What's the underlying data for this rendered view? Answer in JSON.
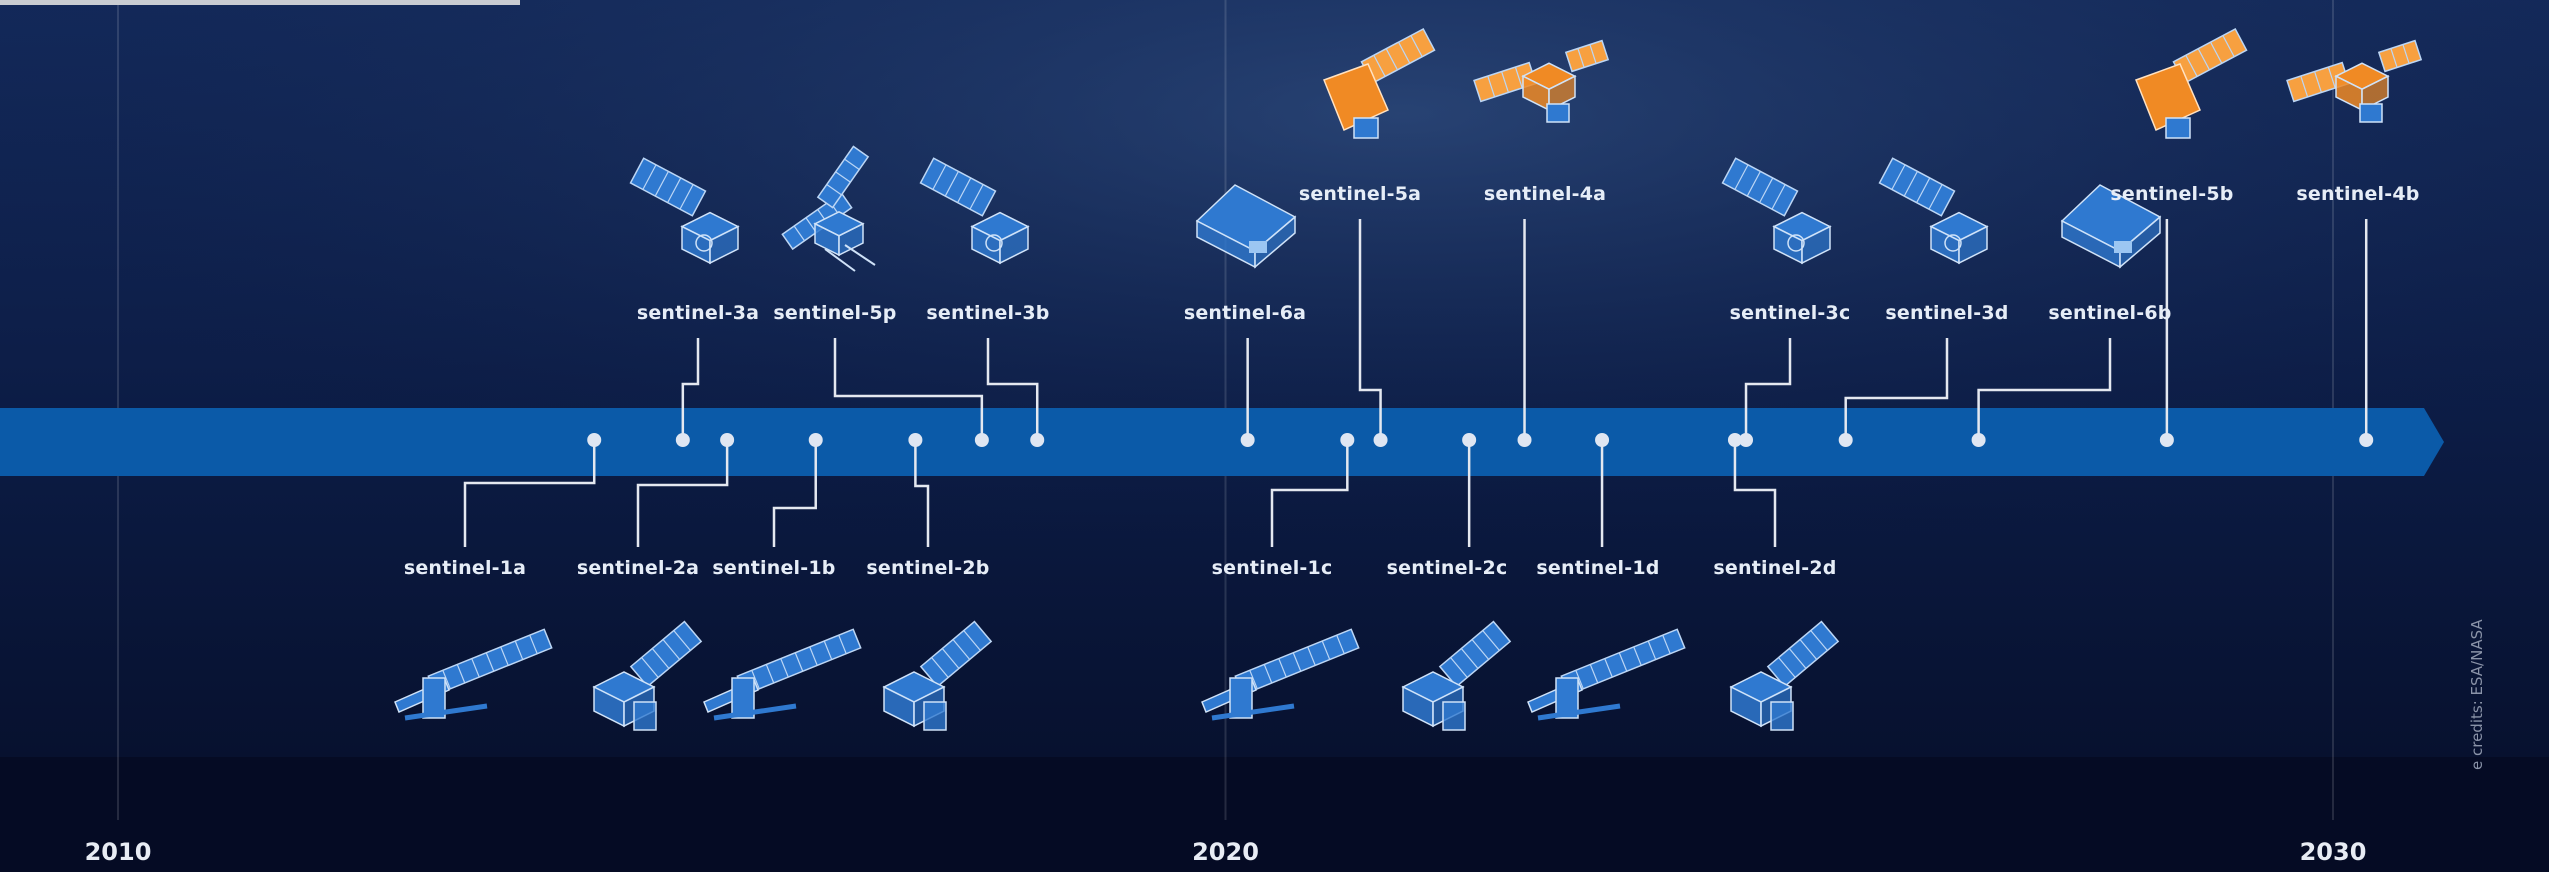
{
  "colors": {
    "band": "#0b5aa8",
    "connector": "#e4e8f0",
    "sat_blue": "#2f79d0",
    "sat_orange": "#f08a24",
    "panel_orange": "#f7a040",
    "background_top": "#0d1e48",
    "background_bottom": "#050b24"
  },
  "timeline": {
    "start_year": 2010,
    "end_year": 2030,
    "year_labels": [
      "2010",
      "2020",
      "2030"
    ]
  },
  "missions_top": [
    {
      "name": "sentinel-3a",
      "date": 2015.1,
      "icon": "sentinel-3-satellite-icon",
      "color": "blue"
    },
    {
      "name": "sentinel-5p",
      "date": 2017.8,
      "icon": "sentinel-5p-satellite-icon",
      "color": "blue"
    },
    {
      "name": "sentinel-3b",
      "date": 2018.3,
      "icon": "sentinel-3-satellite-icon",
      "color": "blue"
    },
    {
      "name": "sentinel-6a",
      "date": 2020.2,
      "icon": "sentinel-6-satellite-icon",
      "color": "blue"
    },
    {
      "name": "sentinel-5a",
      "date": 2021.4,
      "icon": "sentinel-5-satellite-icon",
      "color": "orange"
    },
    {
      "name": "sentinel-4a",
      "date": 2022.7,
      "icon": "sentinel-4-satellite-icon",
      "color": "orange"
    },
    {
      "name": "sentinel-3c",
      "date": 2024.7,
      "icon": "sentinel-3-satellite-icon",
      "color": "blue"
    },
    {
      "name": "sentinel-3d",
      "date": 2025.6,
      "icon": "sentinel-3-satellite-icon",
      "color": "blue"
    },
    {
      "name": "sentinel-6b",
      "date": 2026.8,
      "icon": "sentinel-6-satellite-icon",
      "color": "blue"
    },
    {
      "name": "sentinel-5b",
      "date": 2028.5,
      "icon": "sentinel-5-satellite-icon",
      "color": "orange"
    },
    {
      "name": "sentinel-4b",
      "date": 2030.3,
      "icon": "sentinel-4-satellite-icon",
      "color": "orange"
    }
  ],
  "missions_bottom": [
    {
      "name": "sentinel-1a",
      "date": 2014.3,
      "icon": "sentinel-1-satellite-icon"
    },
    {
      "name": "sentinel-2a",
      "date": 2015.5,
      "icon": "sentinel-2-satellite-icon"
    },
    {
      "name": "sentinel-1b",
      "date": 2016.3,
      "icon": "sentinel-1-satellite-icon"
    },
    {
      "name": "sentinel-2b",
      "date": 2017.2,
      "icon": "sentinel-2-satellite-icon"
    },
    {
      "name": "sentinel-1c",
      "date": 2021.1,
      "icon": "sentinel-1-satellite-icon"
    },
    {
      "name": "sentinel-2c",
      "date": 2022.2,
      "icon": "sentinel-2-satellite-icon"
    },
    {
      "name": "sentinel-1d",
      "date": 2023.4,
      "icon": "sentinel-1-satellite-icon"
    },
    {
      "name": "sentinel-2d",
      "date": 2024.6,
      "icon": "sentinel-2-satellite-icon"
    }
  ],
  "credit": "e credits: ESA/NASA"
}
